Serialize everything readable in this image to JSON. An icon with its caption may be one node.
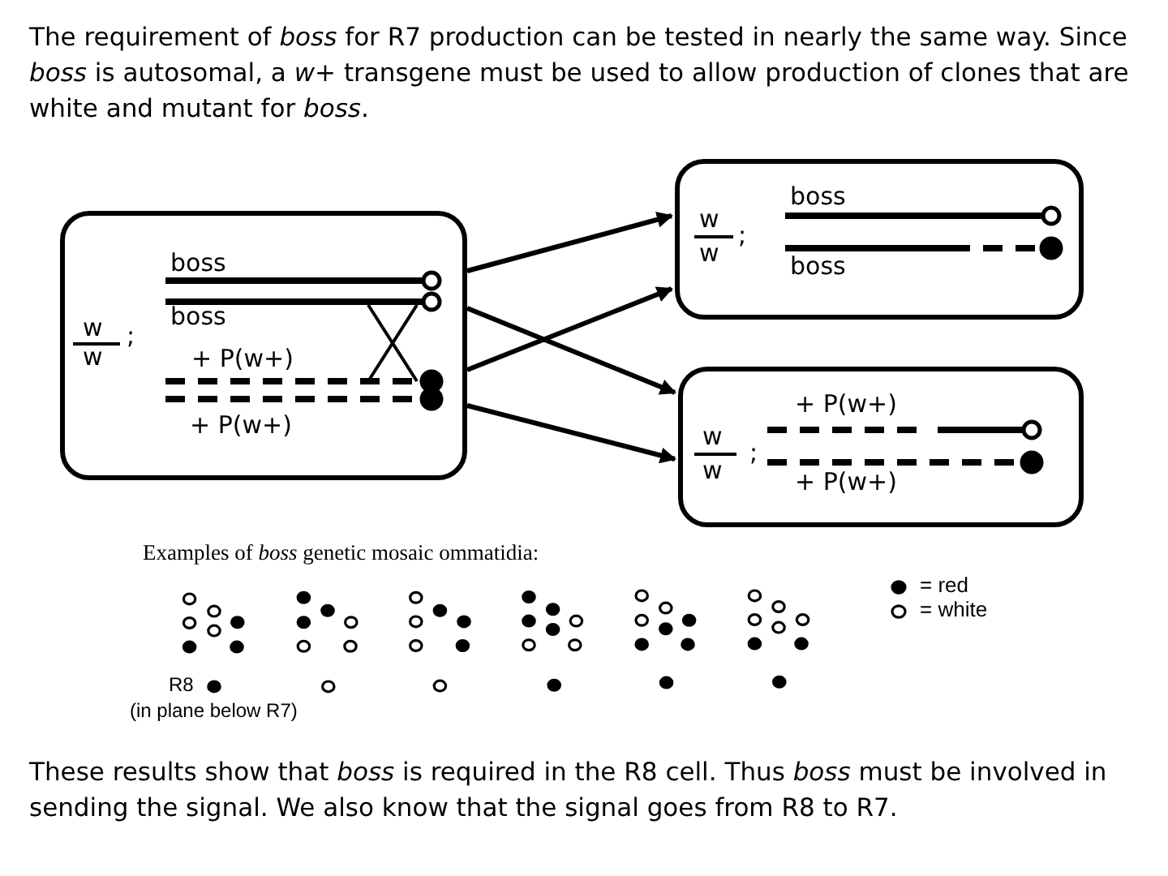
{
  "diagram": {
    "nodes": [
      {
        "text": [
          "boss",
          "boss",
          "w",
          "w",
          ";",
          "+ P(w+)",
          "+ P(w+)"
        ]
      },
      {
        "text": [
          "boss",
          "w",
          "w",
          ";",
          "boss"
        ]
      },
      {
        "text": [
          "+ P(w+)",
          "w",
          "w",
          ";",
          "+ P(w+)"
        ]
      }
    ],
    "edges": [
      {
        "from": 0,
        "to": 1,
        "arrow": "to"
      },
      {
        "from": 0,
        "to": 2,
        "arrow": "to"
      },
      {
        "from": 0,
        "to": 1,
        "arrow": "to"
      },
      {
        "from": 0,
        "to": 2,
        "arrow": "to"
      }
    ],
    "labels": [
      "The requirement of *boss* for R7 production can be tested in nearly the same way. Since *boss* is autosomal, a *w+* transgene must be used to allow production of clones that are white and mutant for *boss*.",
      "Examples of *boss* genetic mosaic ommatidia:",
      "R8",
      "(in plane below R7)",
      "These results show that *boss* is required in the R8 cell. Thus *boss* must be involved in sending the signal. We also know that the signal goes from R8 to R7."
    ],
    "legend": [
      {
        "text": "= red"
      },
      {
        "text": "= white"
      }
    ]
  }
}
